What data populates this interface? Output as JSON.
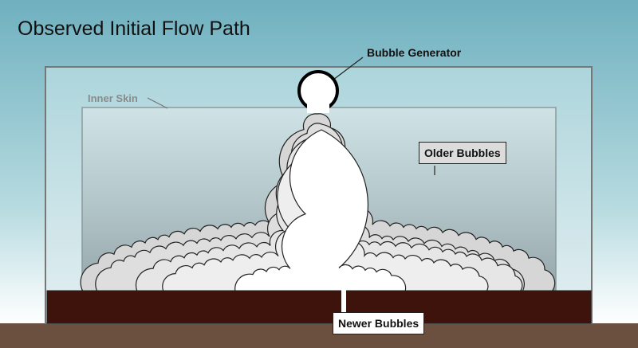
{
  "title": "Observed Initial Flow Path",
  "labels": {
    "bubble_generator": "Bubble Generator",
    "inner_skin": "Inner Skin",
    "older_bubbles": "Older Bubbles",
    "newer_bubbles": "Newer Bubbles"
  },
  "colors": {
    "sky_top": "#6fb0bf",
    "ground": "#6b5040",
    "base": "#3e130c",
    "outer_wall": "#a9d3da",
    "inner_wall": "#c9e0e4"
  }
}
